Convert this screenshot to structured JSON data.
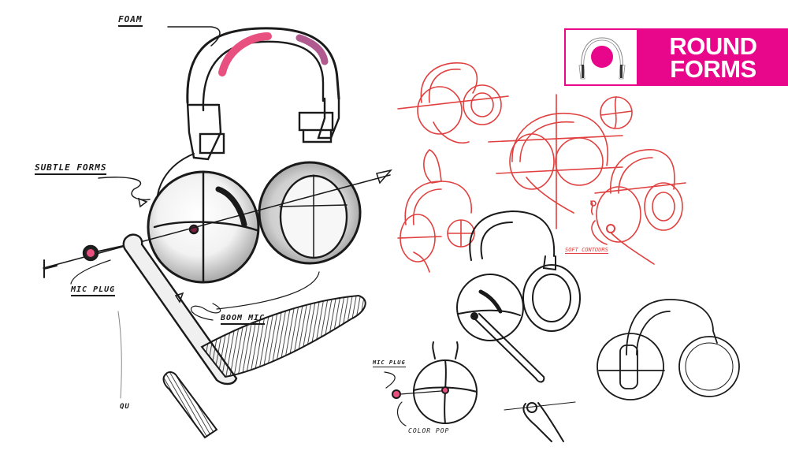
{
  "badge": {
    "line1": "ROUND",
    "line2": "FORMS",
    "icon": "headphones-icon",
    "color": "#e8078b"
  },
  "annotations": {
    "foam": "FOAM",
    "subtle_forms": "SUBTLE FORMS",
    "mic_plug": "MIC PLUG",
    "boom_mic": "BOOM MIC",
    "mic_plug_small": "MIC PLUG",
    "color_pop": "COLOR POP",
    "soft_contours": "SOFT CONTOURS",
    "sketch_mark": "QU"
  },
  "colors": {
    "ink": "#1a1a1a",
    "red_sketch": "#e0403f",
    "pink_accent": "#e8507f",
    "magenta": "#e8078b",
    "shade": "#b8b8b8"
  }
}
